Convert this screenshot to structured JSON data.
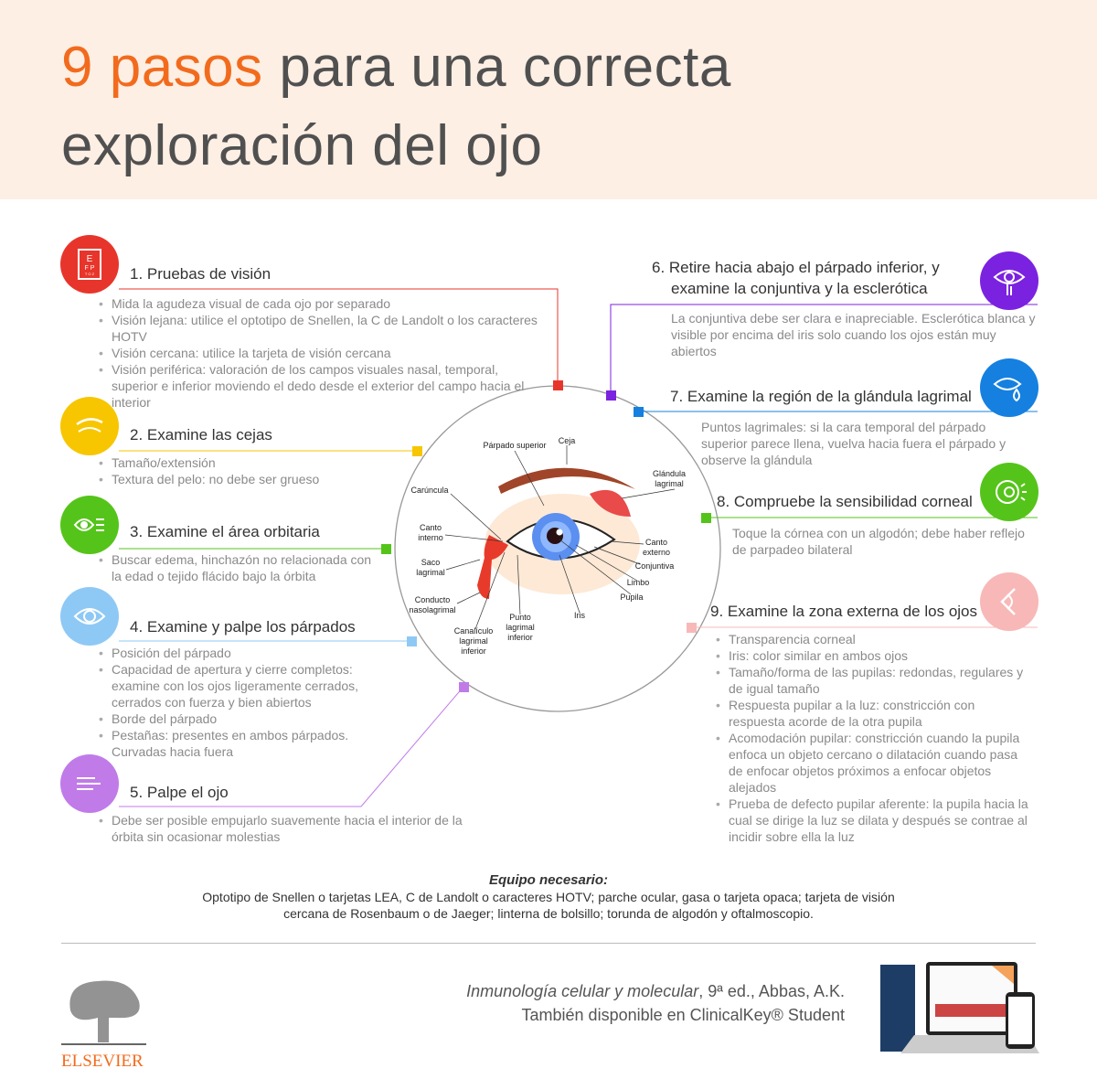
{
  "header": {
    "title_highlight": "9 pasos",
    "title_rest": " para una correcta",
    "title_line2": "exploración del ojo"
  },
  "colors": {
    "accent": "#f26b1d",
    "header_bg": "#fdefe4",
    "step1": "#e8352b",
    "step2": "#f7c600",
    "step3": "#55c41a",
    "step4": "#8ec9f5",
    "step5": "#c07be8",
    "step6": "#7b22e0",
    "step7": "#1580e0",
    "step8": "#55c41a",
    "step9": "#f8b8b8"
  },
  "steps": [
    {
      "title": "1. Pruebas de visión",
      "icon": "eye-chart-icon",
      "bullets": [
        "Mida la agudeza visual de cada ojo por separado",
        "Visión lejana: utilice el optotipo de Snellen, la C de Landolt o los caracteres HOTV",
        "Visión cercana: utilice la tarjeta de visión cercana",
        "Visión periférica: valoración de los campos visuales nasal, temporal, superior e inferior moviendo el dedo desde el exterior del campo hacia el interior"
      ]
    },
    {
      "title": "2. Examine las cejas",
      "icon": "eyebrow-icon",
      "bullets": [
        "Tamaño/extensión",
        "Textura del pelo: no debe ser grueso"
      ]
    },
    {
      "title": "3. Examine el área orbitaria",
      "icon": "eye-side-icon",
      "bullets": [
        "Buscar edema, hinchazón no relacionada con la edad o tejido flácido bajo la órbita"
      ]
    },
    {
      "title": "4. Examine y palpe los párpados",
      "icon": "eye-icon",
      "bullets": [
        "Posición del párpado",
        "Capacidad de apertura y cierre completos: examine con los ojos ligeramente cerrados, cerrados con fuerza y bien abiertos",
        "Borde del párpado",
        "Pestañas: presentes en ambos párpados. Curvadas hacia fuera"
      ]
    },
    {
      "title": "5. Palpe el ojo",
      "icon": "finger-icon",
      "bullets": [
        "Debe ser posible empujarlo suavemente hacia el interior de la órbita sin ocasionar molestias"
      ]
    },
    {
      "title_line1": "6. Retire hacia abajo el párpado inferior, y",
      "title_line2": "examine la conjuntiva y la esclerótica",
      "icon": "eye-touch-icon",
      "text": "La conjuntiva debe ser clara e inapreciable. Esclerótica blanca y visible por encima del iris solo cuando los ojos están muy abiertos"
    },
    {
      "title": "7. Examine la región de la glándula lagrimal",
      "icon": "tear-icon",
      "text": "Puntos lagrimales: si la cara temporal del párpado superior parece llena, vuelva hacia fuera el párpado y observe la glándula"
    },
    {
      "title": "8. Compruebe la sensibilidad corneal",
      "icon": "cornea-icon",
      "text": "Toque la córnea con un algodón; debe haber reflejo de parpadeo bilateral"
    },
    {
      "title": "9. Examine la zona externa de los ojos",
      "icon": "eye-profile-icon",
      "bullets": [
        "Transparencia corneal",
        "Iris: color similar en ambos ojos",
        "Tamaño/forma de las pupilas: redondas, regulares y de igual tamaño",
        "Respuesta pupilar a la luz: constricción con respuesta acorde de la otra pupila",
        "Acomodación pupilar: constricción cuando la pupila enfoca un objeto cercano o dilatación cuando pasa de enfocar objetos próximos a enfocar objetos alejados",
        "Prueba de defecto pupilar aferente: la pupila hacia la cual se dirige la luz se dilata y después se contrae al incidir sobre ella la luz"
      ]
    }
  ],
  "diagram": {
    "labels": {
      "parpado_superior": "Párpado superior",
      "ceja": "Ceja",
      "glandula": "Glándula\nlagrimal",
      "caruncula": "Carúncula",
      "canto_interno": "Canto\ninterno",
      "saco": "Saco\nlagrimal",
      "conducto": "Conducto\nnasolagrimal",
      "canaliculo": "Canalículo\nlagrimal\ninferior",
      "punto": "Punto\nlagrimal\ninferior",
      "iris": "Iris",
      "pupila": "Pupila",
      "limbo": "Limbo",
      "conjuntiva": "Conjuntiva",
      "canto_externo": "Canto\nexterno"
    }
  },
  "equipment": {
    "title": "Equipo necesario:",
    "line1": "Optotipo de Snellen o tarjetas LEA, C de Landolt o caracteres HOTV; parche ocular, gasa o tarjeta opaca; tarjeta de visión",
    "line2": "cercana de Rosenbaum o de Jaeger; linterna de bolsillo; torunda de algodón y oftalmoscopio."
  },
  "footer": {
    "logo": "ELSEVIER",
    "book_title": "Inmunología celular y molecular",
    "book_rest": ", 9ª ed., Abbas, A.K.",
    "availability": "También disponible en ClinicalKey® Student"
  }
}
